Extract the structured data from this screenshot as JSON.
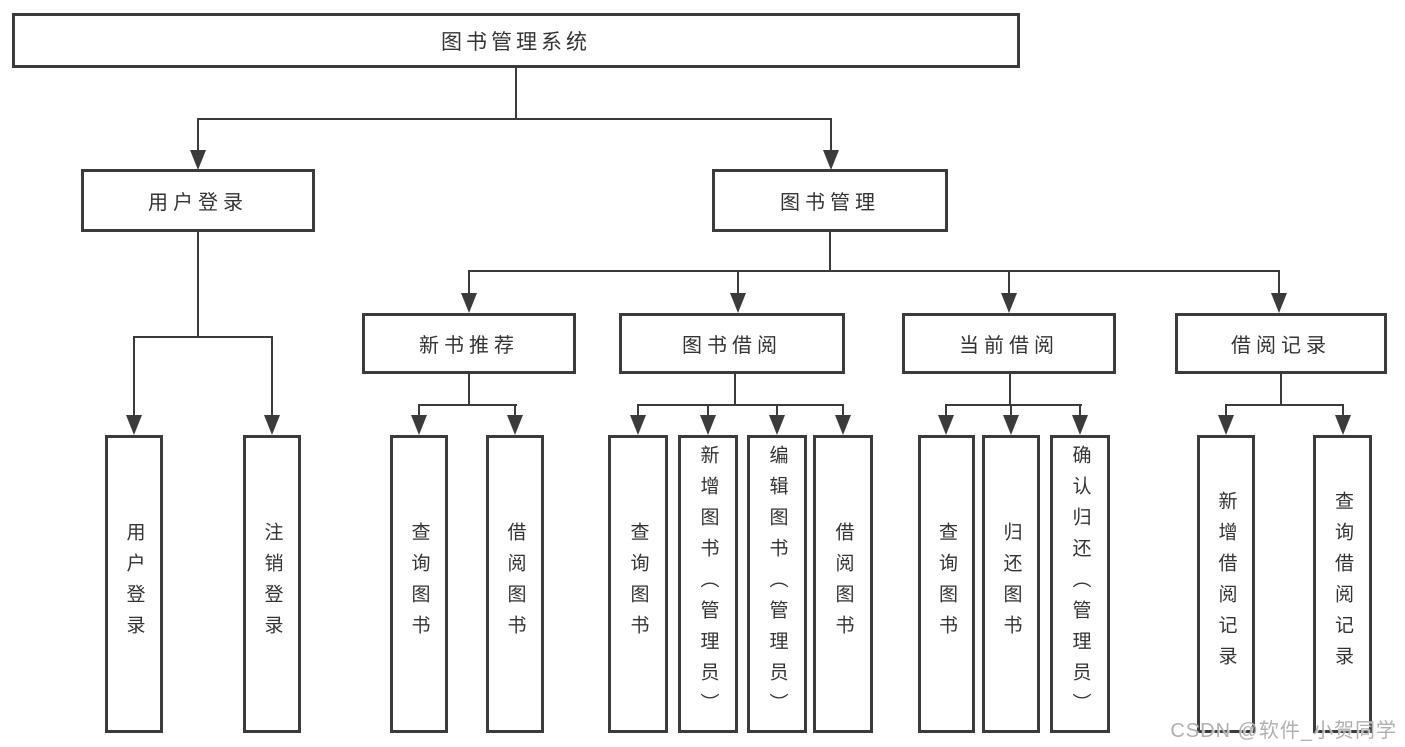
{
  "diagram": {
    "type": "hierarchy-tree",
    "tree": {
      "label": "图书管理系统",
      "children": [
        {
          "label": "用户登录",
          "children": [
            {
              "label": "用户登录"
            },
            {
              "label": "注销登录"
            }
          ]
        },
        {
          "label": "图书管理",
          "children": [
            {
              "label": "新书推荐",
              "children": [
                {
                  "label": "查询图书"
                },
                {
                  "label": "借阅图书"
                }
              ]
            },
            {
              "label": "图书借阅",
              "children": [
                {
                  "label": "查询图书"
                },
                {
                  "label": "新增图书（管理员）"
                },
                {
                  "label": "编辑图书（管理员）"
                },
                {
                  "label": "借阅图书"
                }
              ]
            },
            {
              "label": "当前借阅",
              "children": [
                {
                  "label": "查询图书"
                },
                {
                  "label": "归还图书"
                },
                {
                  "label": "确认归还（管理员）"
                }
              ]
            },
            {
              "label": "借阅记录",
              "children": [
                {
                  "label": "新增借阅记录"
                },
                {
                  "label": "查询借阅记录"
                }
              ]
            }
          ]
        }
      ]
    },
    "colors": {
      "line": "#3b3b3b",
      "text": "#333333",
      "background": "#ffffff",
      "watermark": "#b0b0b0"
    }
  },
  "watermark": {
    "text": "CSDN @软件_小贺同学"
  }
}
